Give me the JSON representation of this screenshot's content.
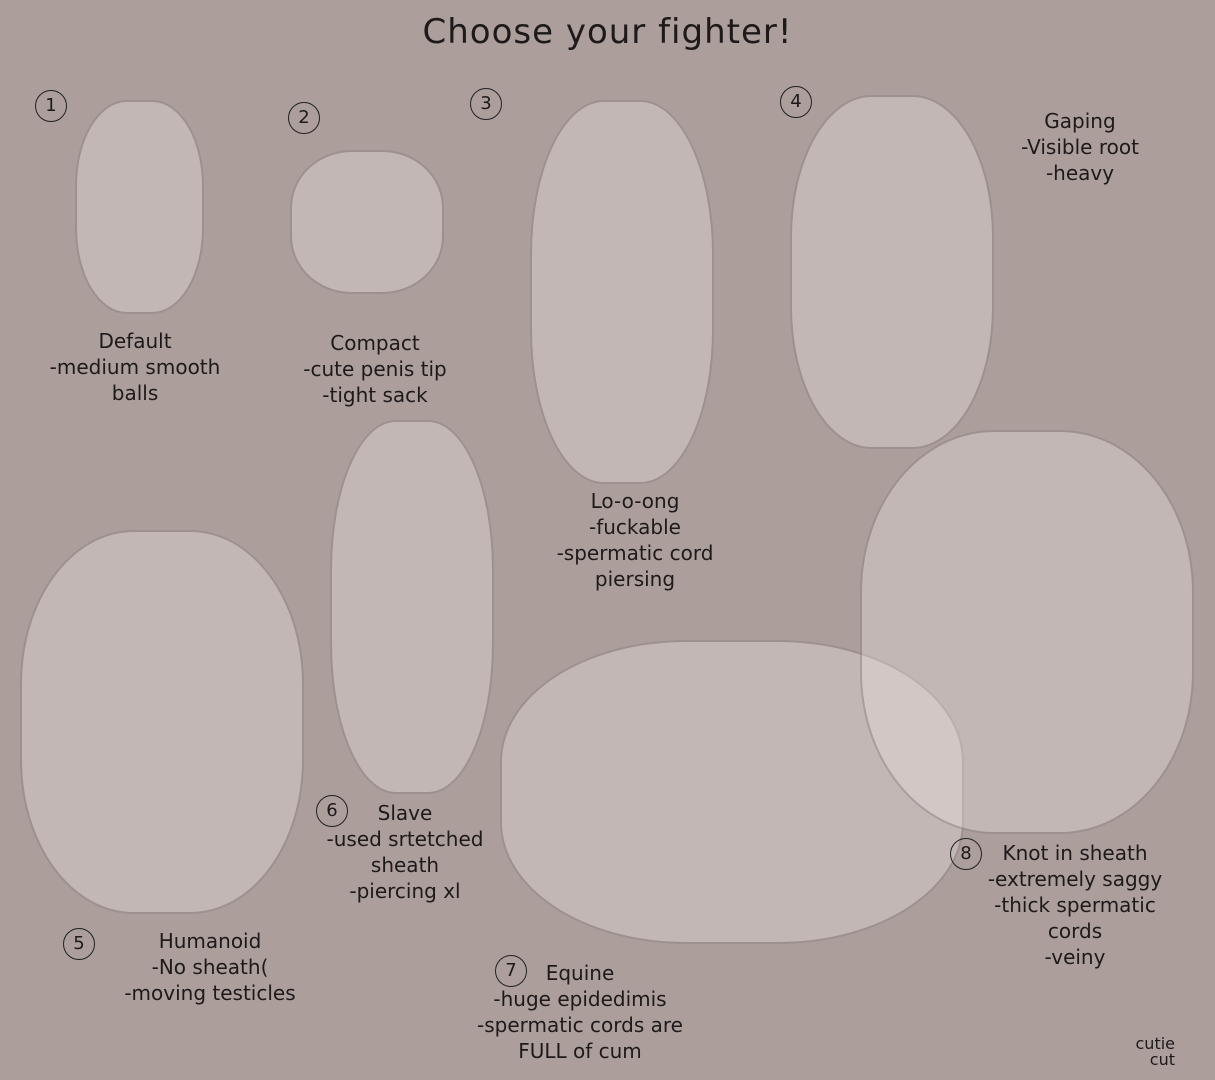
{
  "title": "Choose your fighter!",
  "fighters": [
    {
      "number": "1",
      "lines": [
        "Default",
        "-medium smooth",
        "balls"
      ]
    },
    {
      "number": "2",
      "lines": [
        "Compact",
        "-cute penis tip",
        "-tight sack"
      ]
    },
    {
      "number": "3",
      "lines": [
        "Lo-o-ong",
        "-fuckable",
        "-spermatic cord",
        "piersing"
      ]
    },
    {
      "number": "4",
      "lines": [
        "Gaping",
        "-Visible root",
        "-heavy"
      ]
    },
    {
      "number": "5",
      "lines": [
        "Humanoid",
        "-No sheath(",
        "-moving testicles"
      ]
    },
    {
      "number": "6",
      "lines": [
        "Slave",
        "-used srtetched",
        "sheath",
        "-piercing xl"
      ]
    },
    {
      "number": "7",
      "lines": [
        "Equine",
        "-huge epidedimis",
        "-spermatic cords are",
        "FULL of cum"
      ]
    },
    {
      "number": "8",
      "lines": [
        "Knot in sheath",
        "-extremely saggy",
        "-thick spermatic",
        "cords",
        "-veiny"
      ]
    }
  ],
  "signature": [
    "cutie",
    "cut"
  ]
}
